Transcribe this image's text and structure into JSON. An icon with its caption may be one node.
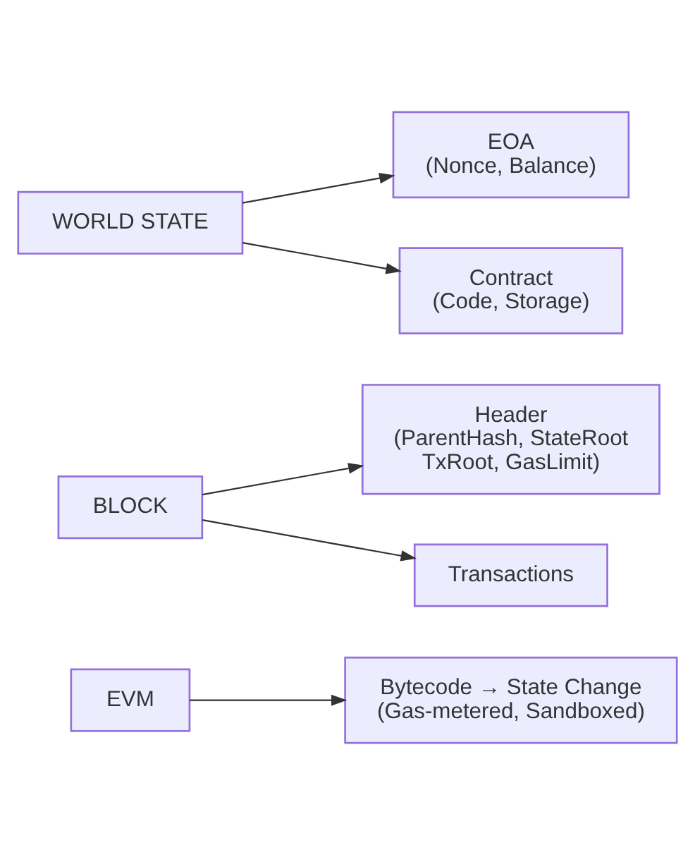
{
  "diagram": {
    "nodes": [
      {
        "text": [
          "WORLD STATE"
        ]
      },
      {
        "text": [
          "EOA",
          "(Nonce, Balance)"
        ]
      },
      {
        "text": [
          "Contract",
          "(Code, Storage)"
        ]
      },
      {
        "text": [
          "BLOCK"
        ]
      },
      {
        "text": [
          "Header",
          "(ParentHash, StateRoot TxRoot, GasLimit)"
        ]
      },
      {
        "text": [
          "Transactions"
        ]
      },
      {
        "text": [
          "EVM"
        ]
      },
      {
        "text": [
          "Bytecode → State Change",
          "(Gas-metered, Sandboxed)"
        ]
      }
    ],
    "edges": [
      {
        "from": 0,
        "to": 1,
        "arrow": "to"
      },
      {
        "from": 0,
        "to": 2,
        "arrow": "to"
      },
      {
        "from": 3,
        "to": 4,
        "arrow": "to"
      },
      {
        "from": 3,
        "to": 5,
        "arrow": "to"
      },
      {
        "from": 6,
        "to": 7,
        "arrow": "to"
      }
    ]
  }
}
